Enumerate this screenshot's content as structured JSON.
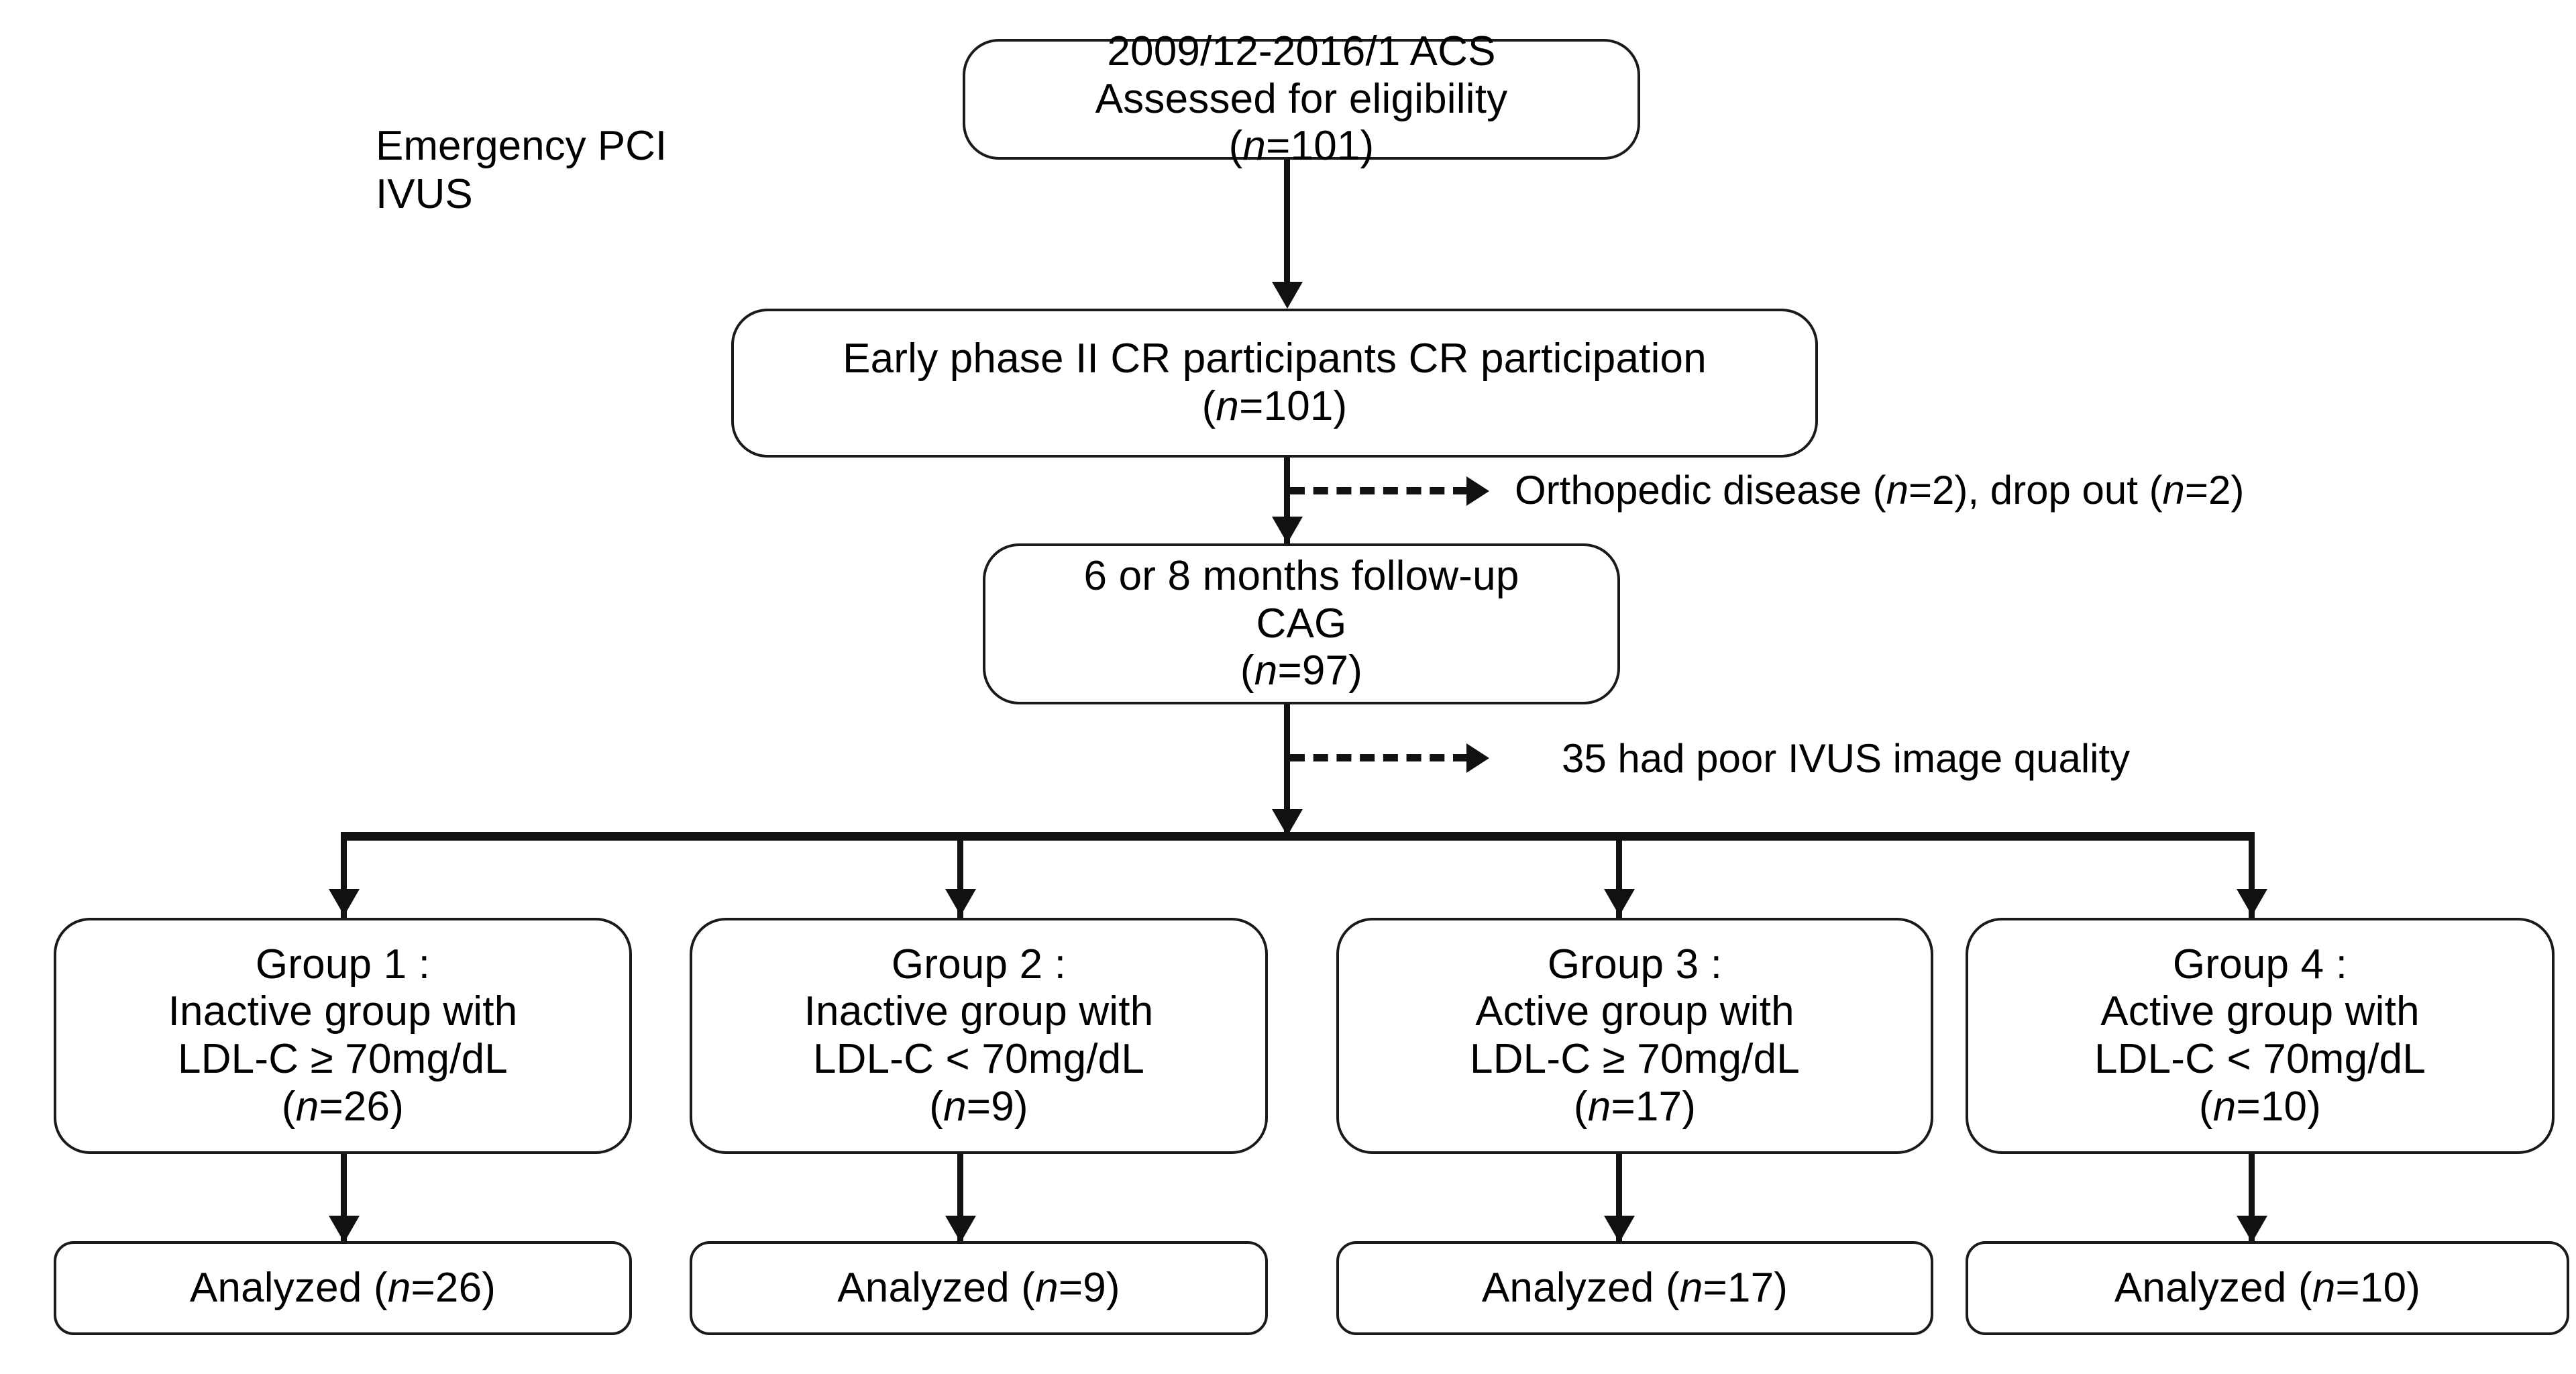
{
  "diagram": {
    "title": "CONSORT-style patient flow diagram",
    "stroke_color": "#111111",
    "text_color": "#000000",
    "background": "#ffffff"
  },
  "side_caption": {
    "name": "emergency-pci-ivus-caption",
    "line1": "Emergency PCI",
    "line2": "IVUS"
  },
  "nodes": {
    "enrollment": {
      "line1": "2009/12-2016/1 ACS",
      "line2": "Assessed for eligibility",
      "line3_pre": "(",
      "line3_n": "n",
      "line3_post": "=101)"
    },
    "cr_participation": {
      "line1": "Early phase II CR participants CR participation",
      "line2_pre": "(",
      "line2_n": "n",
      "line2_post": "=101)"
    },
    "followup_cag": {
      "line1": "6 or 8 months follow-up",
      "line2": "CAG",
      "line3_pre": "(",
      "line3_n": "n",
      "line3_post": "=97)"
    }
  },
  "exclusions": [
    {
      "name": "exclusion-orthopedic-dropout",
      "text_pre": "Orthopedic disease (",
      "n1": "n",
      "text_mid": "=2), drop out (",
      "n2": "n",
      "text_post": "=2)"
    },
    {
      "name": "exclusion-poor-ivus",
      "text_pre": "35 had poor IVUS image quality",
      "n1": "",
      "text_mid": "",
      "n2": "",
      "text_post": ""
    }
  ],
  "groups": [
    {
      "name": "group-1",
      "title": "Group 1 :",
      "activity": "Inactive group with",
      "ldl": "LDL-C ≥ 70mg/dL",
      "count_pre": "(",
      "count_n": "n",
      "count_post": "=26)"
    },
    {
      "name": "group-2",
      "title": "Group 2 :",
      "activity": "Inactive group with",
      "ldl": "LDL-C < 70mg/dL",
      "count_pre": "(",
      "count_n": "n",
      "count_post": "=9)"
    },
    {
      "name": "group-3",
      "title": "Group 3 :",
      "activity": "Active group with",
      "ldl": "LDL-C ≥ 70mg/dL",
      "count_pre": "(",
      "count_n": "n",
      "count_post": "=17)"
    },
    {
      "name": "group-4",
      "title": "Group 4 :",
      "activity": "Active group with",
      "ldl": "LDL-C < 70mg/dL",
      "count_pre": "(",
      "count_n": "n",
      "count_post": "=10)"
    }
  ],
  "analyzed": [
    {
      "name": "analyzed-group-1",
      "pre": "Analyzed (",
      "n": "n",
      "post": "=26)"
    },
    {
      "name": "analyzed-group-2",
      "pre": "Analyzed (",
      "n": "n",
      "post": "=9)"
    },
    {
      "name": "analyzed-group-3",
      "pre": "Analyzed (",
      "n": "n",
      "post": "=17)"
    },
    {
      "name": "analyzed-group-4",
      "pre": "Analyzed (",
      "n": "n",
      "post": "=10)"
    }
  ],
  "flow_counts": {
    "assessed": 101,
    "cr_participants": 101,
    "followup_cag": 97,
    "excluded_orthopedic": 2,
    "excluded_dropout": 2,
    "excluded_poor_ivus": 35,
    "group_1": 26,
    "group_2": 9,
    "group_3": 17,
    "group_4": 10
  }
}
